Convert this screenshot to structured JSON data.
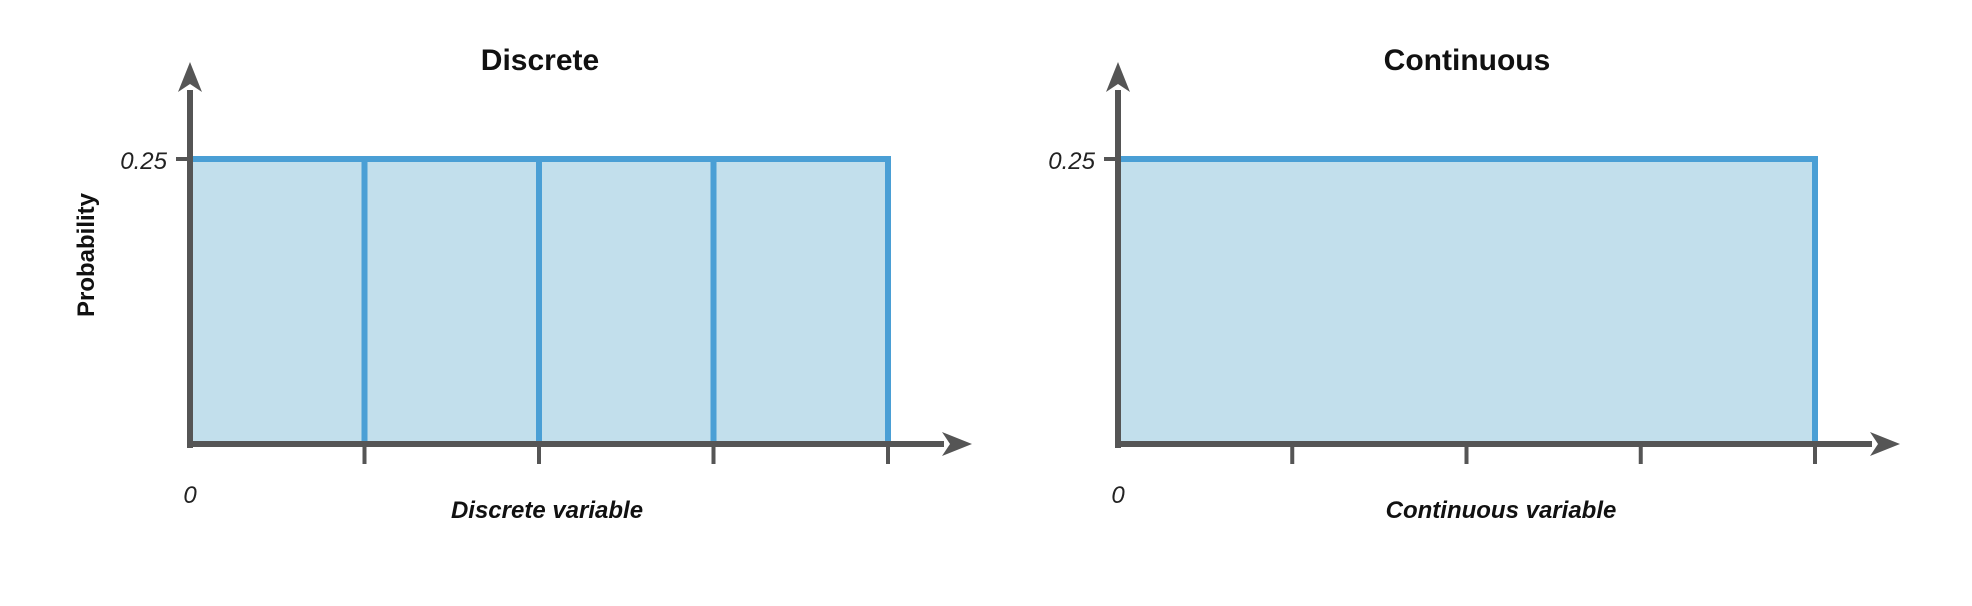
{
  "chart_data": [
    {
      "type": "bar",
      "title": "Discrete",
      "xlabel": "Discrete variable",
      "ylabel": "Probability",
      "x_tick_labels": [
        "0"
      ],
      "y_tick_labels": [
        "0.25"
      ],
      "categories": [
        "",
        "",
        "",
        ""
      ],
      "values": [
        0.25,
        0.25,
        0.25,
        0.25
      ],
      "ylim": [
        0,
        0.25
      ],
      "grid": false,
      "colors": {
        "fill": "#c2dfec",
        "stroke": "#4a9fd5",
        "axis": "#555555"
      }
    },
    {
      "type": "area",
      "title": "Continuous",
      "xlabel": "Continuous variable",
      "ylabel": "",
      "x_tick_labels": [
        "0"
      ],
      "y_tick_labels": [
        "0.25"
      ],
      "x": [
        0,
        4
      ],
      "y": [
        0.25,
        0.25
      ],
      "x_ticks": [
        0,
        1,
        2,
        3,
        4
      ],
      "ylim": [
        0,
        0.25
      ],
      "grid": false,
      "colors": {
        "fill": "#c2dfec",
        "stroke": "#4a9fd5",
        "axis": "#555555"
      }
    }
  ]
}
